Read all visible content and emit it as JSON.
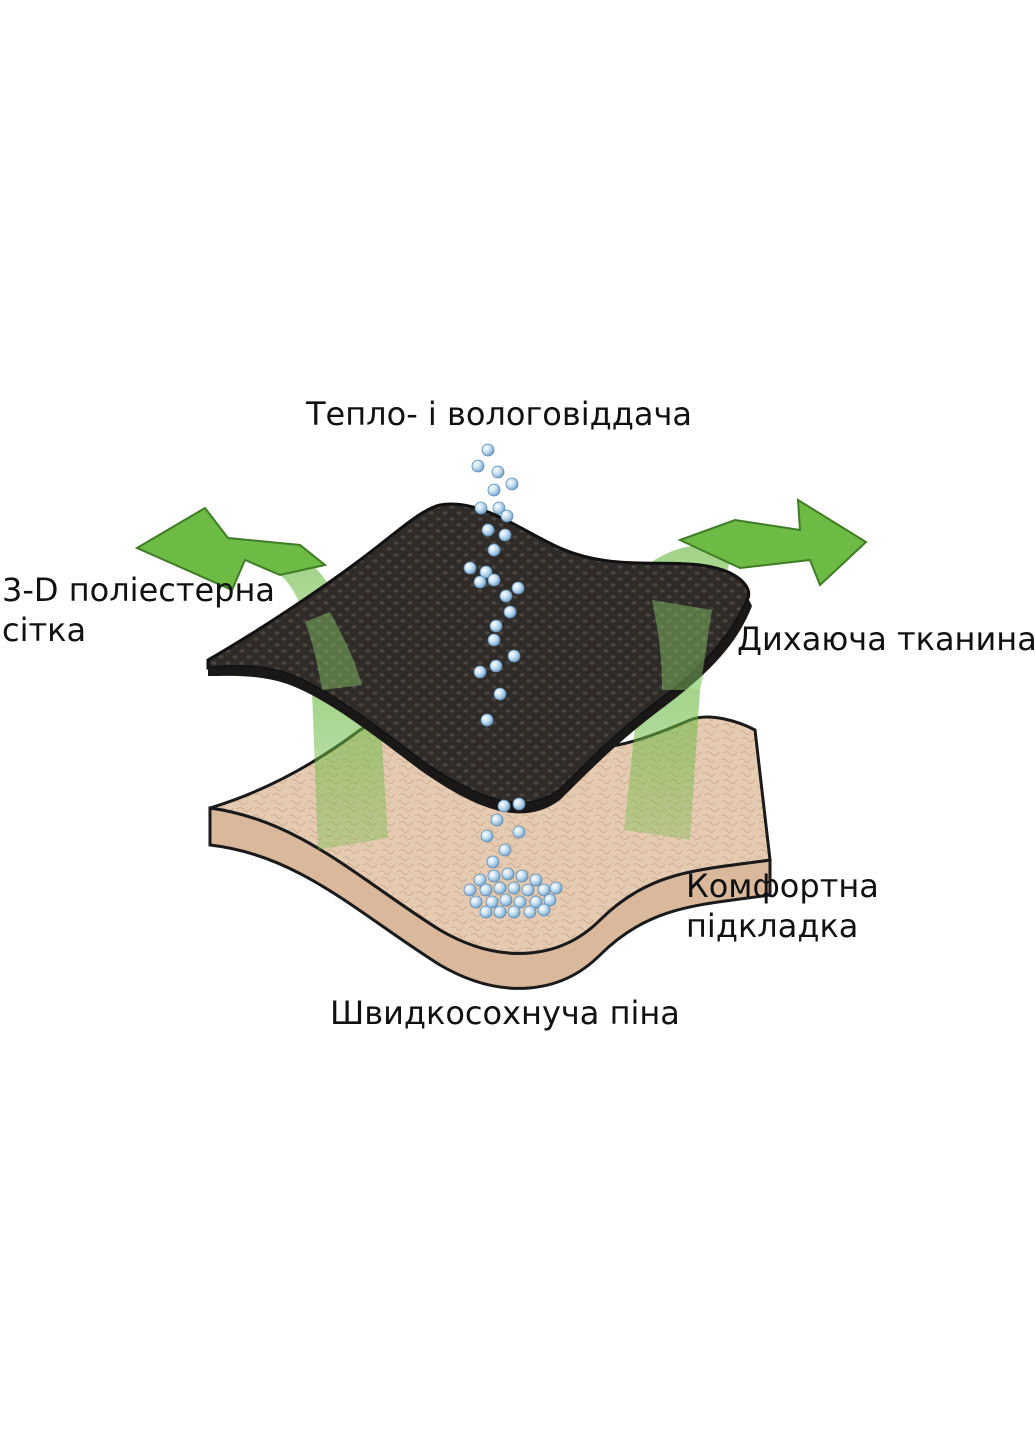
{
  "labels": {
    "top": "Тепло- і вологовіддача",
    "left_line1": "3-D поліестерна",
    "left_line2": "сітка",
    "right": "Дихаюча тканина",
    "comfort_line1": "Комфортна",
    "comfort_line2": "підкладка",
    "bottom": "Швидкосохнуча піна"
  },
  "icons": {
    "mesh_layer": "perforated-mesh-sheet",
    "foam_layer": "foam-pad",
    "airflow": "green-arrow",
    "moisture": "water-droplets"
  },
  "colors": {
    "mesh": "#2e2b29",
    "mesh_holes": "#4a4440",
    "foam_top": "#e6cbb3",
    "foam_side": "#d9b89c",
    "outline": "#1a1a1a",
    "arrow_green": "#6dbb45",
    "droplet": "#a9cde8"
  }
}
